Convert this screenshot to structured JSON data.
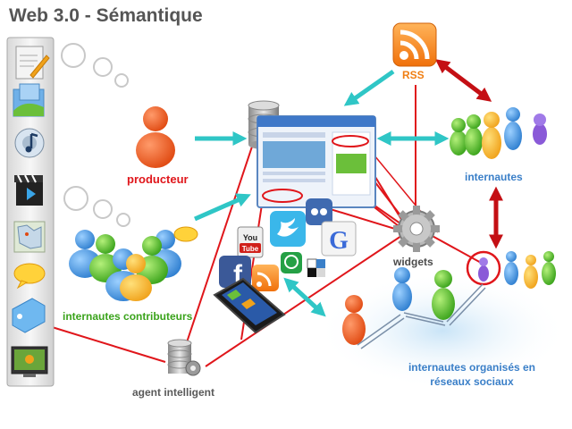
{
  "title": "Web 3.0 - Sémantique",
  "labels": {
    "producteur": "producteur",
    "contributeurs": "internautes contributeurs",
    "agent": "agent intelligent",
    "rss": "RSS",
    "internautes": "internautes",
    "widgets": "widgets",
    "reseaux": "internautes organisés en réseaux sociaux"
  },
  "badges": {
    "youtube_top": "You",
    "youtube_bottom": "Tube",
    "google": "G",
    "facebook": "f"
  },
  "icons": {
    "sidebar": [
      "document-edit-icon",
      "image-icon",
      "music-icon",
      "video-clapper-icon",
      "map-icon",
      "chat-bubble-icon",
      "tag-icon",
      "monitor-icon"
    ]
  },
  "colors": {
    "title": "#555555",
    "producteur": "#e0161b",
    "contributeurs": "#3aa31b",
    "rss": "#f07e12",
    "internautes": "#3a7fc8",
    "red_line": "#e0161b",
    "teal_arrow": "#2fc6c6",
    "dark_red_arrow": "#c40f14"
  }
}
